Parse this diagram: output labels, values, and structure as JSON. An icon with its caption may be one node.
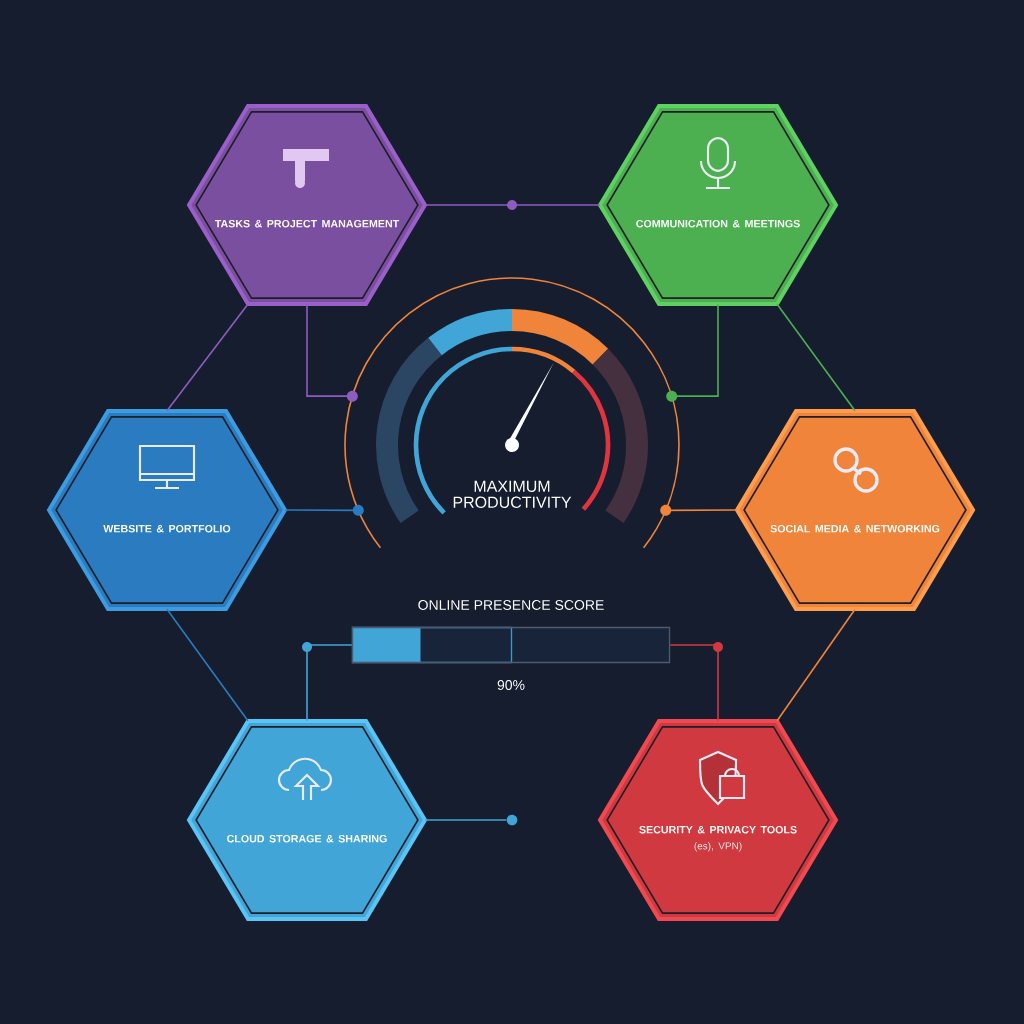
{
  "diagram": {
    "nodes": [
      {
        "text": [
          "TASKS & PROJECT MANAGEMENT"
        ]
      },
      {
        "text": [
          "COMMUNICATION & MEETINGS"
        ]
      },
      {
        "text": [
          "WEBSITE & PORTFOLIO"
        ]
      },
      {
        "text": [
          "SOCIAL MEDIA & NETWORKING"
        ]
      },
      {
        "text": [
          "CLOUD STORAGE & SHARING"
        ]
      },
      {
        "text": [
          "SECURITY & PRIVACY TOOLS",
          "(es), VPN)"
        ]
      },
      {
        "text": [
          "MAXIMUM PRODUCTIVITY"
        ]
      },
      {
        "text": [],
        "shape": "bar",
        "beside": [
          "ONLINE PRESENCE SCORE",
          "90%"
        ]
      },
      {
        "text": [],
        "shape": "circle"
      }
    ],
    "edges": [
      {
        "from": 0,
        "to": 1,
        "arrow": "none",
        "color": "#8e5cc0"
      },
      {
        "from": 0,
        "to": 6,
        "arrow": "none",
        "color": "#8e5cc0"
      },
      {
        "from": 1,
        "to": 6,
        "arrow": "none",
        "color": "#4caf50"
      },
      {
        "from": 0,
        "to": 2,
        "arrow": "none",
        "color": "#8e5cc0"
      },
      {
        "from": 1,
        "to": 3,
        "arrow": "none",
        "color": "#4caf50"
      },
      {
        "from": 2,
        "to": 6,
        "arrow": "none",
        "color": "#2a7bbf"
      },
      {
        "from": 3,
        "to": 6,
        "arrow": "none",
        "color": "#f0843a"
      },
      {
        "from": 2,
        "to": 4,
        "arrow": "none",
        "color": "#2a7bbf"
      },
      {
        "from": 3,
        "to": 5,
        "arrow": "none",
        "color": "#f0843a"
      },
      {
        "from": 4,
        "to": 7,
        "arrow": "none",
        "color": "#42a5d8"
      },
      {
        "from": 5,
        "to": 7,
        "arrow": "none",
        "color": "#d0393f"
      },
      {
        "from": 4,
        "to": 8,
        "arrow": "none",
        "color": "#42a5d8"
      }
    ]
  }
}
